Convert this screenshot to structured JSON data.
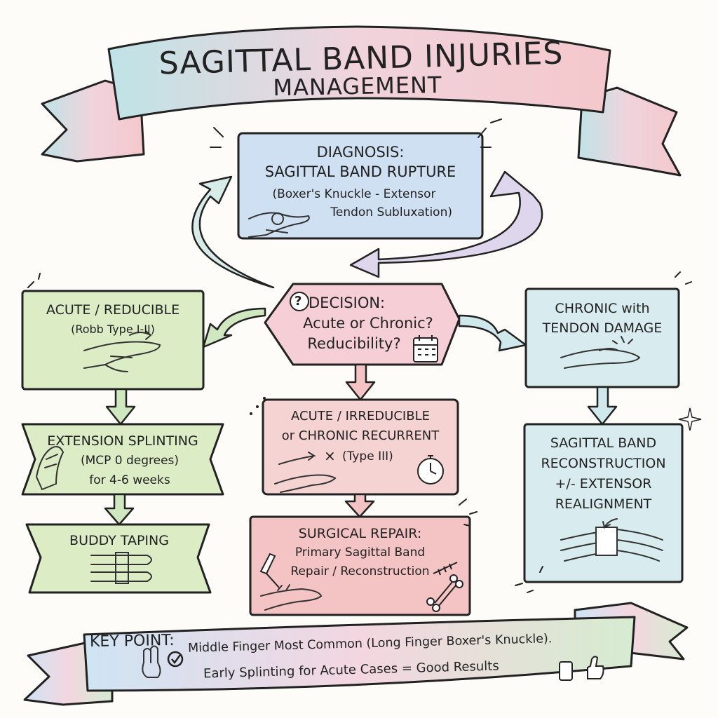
{
  "title": {
    "line1": "SAGITTAL BAND INJURIES",
    "line2": "MANAGEMENT"
  },
  "diagnosis": {
    "heading1": "DIAGNOSIS:",
    "heading2": "SAGITTAL BAND RUPTURE",
    "sub1": "(Boxer's Knuckle - Extensor",
    "sub2": "Tendon Subluxation)"
  },
  "decision": {
    "heading": "DECISION:",
    "line1": "Acute or Chronic?",
    "line2": "Reducibility?"
  },
  "acute_reducible": {
    "heading": "ACUTE / REDUCIBLE",
    "sub": "(Robb Type I-II)"
  },
  "extension_splinting": {
    "heading": "EXTENSION SPLINTING",
    "line1": "(MCP 0 degrees)",
    "line2": "for 4-6 weeks"
  },
  "buddy_taping": {
    "heading": "BUDDY TAPING"
  },
  "acute_irreducible": {
    "line1": "ACUTE / IRREDUCIBLE",
    "line2": "or CHRONIC RECURRENT",
    "type": "(Type III)",
    "x_mark": "×"
  },
  "surgical_repair": {
    "heading": "SURGICAL REPAIR:",
    "line1": "Primary Sagittal Band",
    "line2": "Repair / Reconstruction"
  },
  "chronic": {
    "line1": "CHRONIC with",
    "line2": "TENDON DAMAGE"
  },
  "reconstruction": {
    "line1": "SAGITTAL BAND",
    "line2": "RECONSTRUCTION",
    "line3": "+/- EXTENSOR",
    "line4": "REALIGNMENT"
  },
  "key_point": {
    "label": "KEY POINT:",
    "line1": "Middle Finger Most Common (Long Finger Boxer's Knuckle).",
    "line2": "Early Splinting for Acute Cases = Good Results"
  },
  "colors": {
    "blue_box": "#cfe0f2",
    "green_box": "#dcedc6",
    "pink_box": "#f6cccc",
    "teal_box": "#d8ecef",
    "ink": "#222222"
  },
  "icons": [
    "question-icon",
    "calendar-icon",
    "stopwatch-icon",
    "checkmark-icon",
    "bone-icon",
    "scalpel-icon",
    "thumbs-up-icon"
  ]
}
